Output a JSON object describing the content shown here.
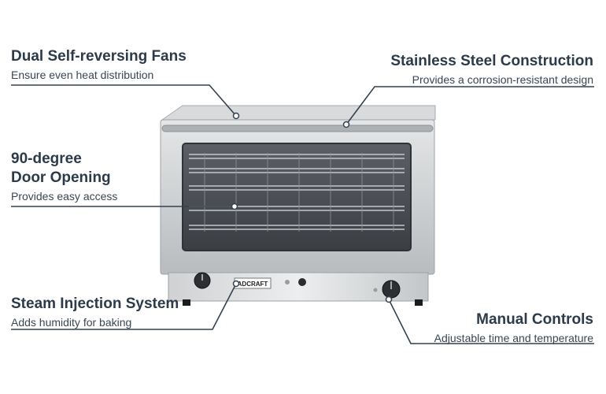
{
  "callouts": {
    "fans": {
      "title": "Dual Self-reversing Fans",
      "subtitle": "Ensure even heat distribution"
    },
    "steel": {
      "title": "Stainless Steel Construction",
      "subtitle": "Provides a corrosion-resistant design"
    },
    "door": {
      "title_line1": "90-degree",
      "title_line2": "Door Opening",
      "subtitle": "Provides easy access"
    },
    "steam": {
      "title": "Steam Injection System",
      "subtitle": "Adds humidity for baking"
    },
    "manual": {
      "title": "Manual Controls",
      "subtitle": "Adjustable time and temperature"
    }
  },
  "oven": {
    "brand": "ADCRAFT"
  },
  "colors": {
    "text": "#2c3a49",
    "line": "#34414f",
    "steel": "#c9ccce",
    "glass": "#4a4d52"
  }
}
